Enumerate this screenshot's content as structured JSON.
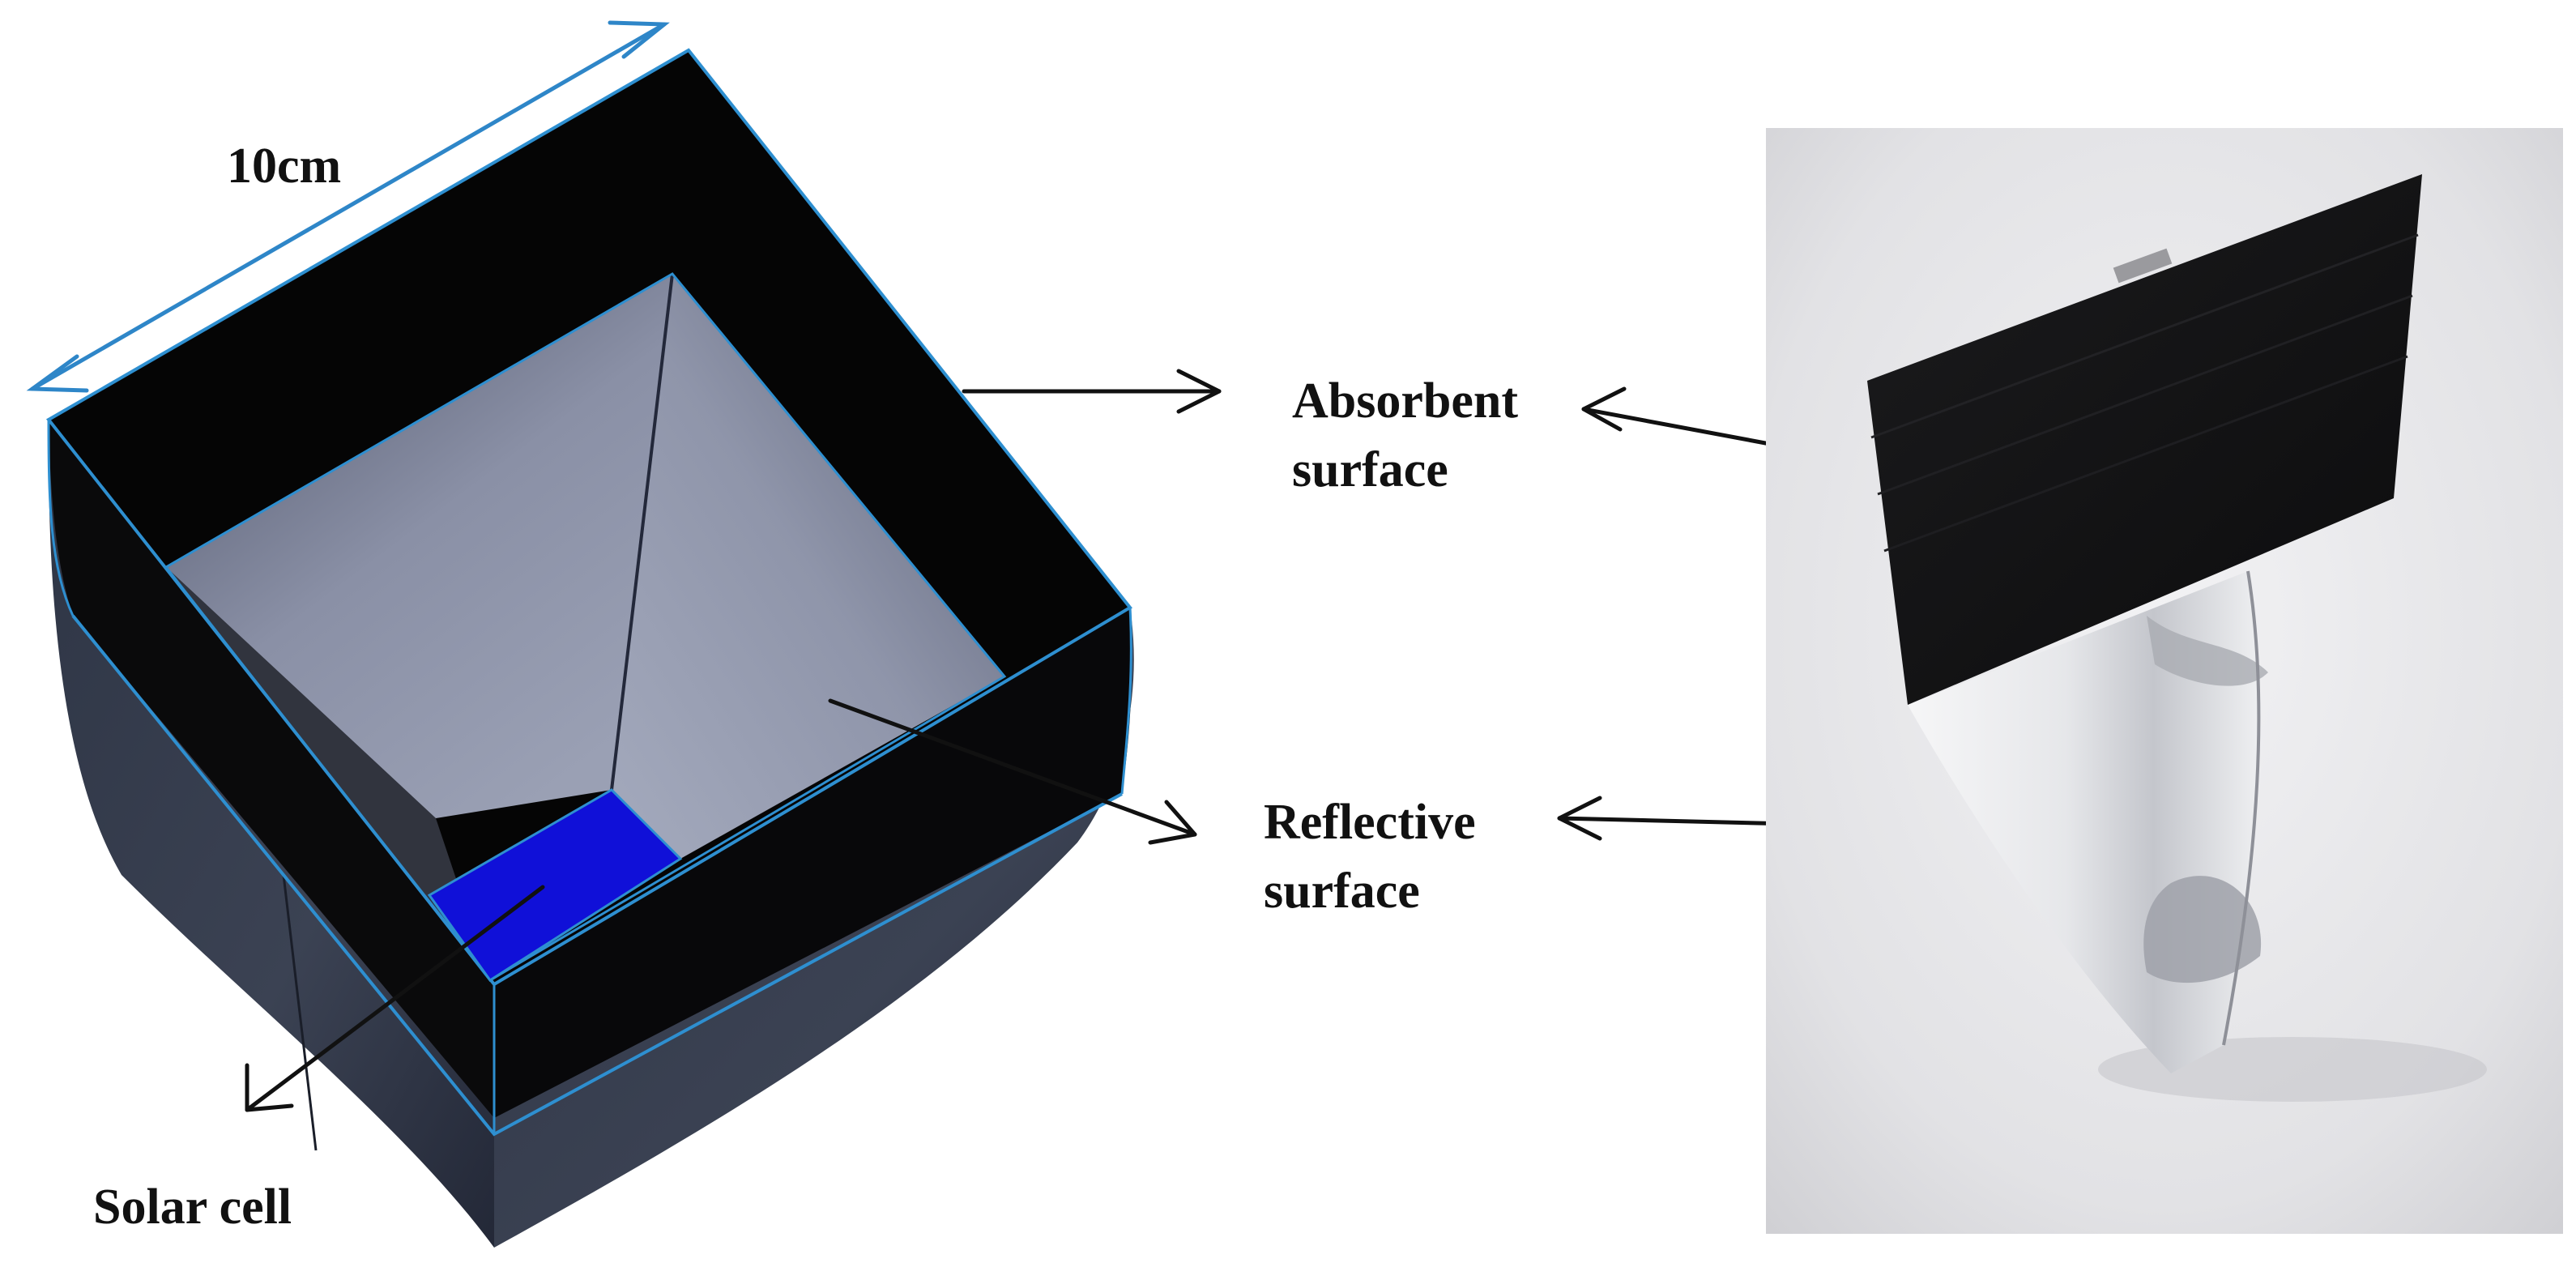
{
  "labels": {
    "dimension": "10cm",
    "absorbent_line1": "Absorbent",
    "absorbent_line2": "surface",
    "reflective_line1": "Reflective",
    "reflective_line2": "surface",
    "solar_cell": "Solar cell"
  },
  "colors": {
    "background": "#ffffff",
    "absorbent_surface": "#050505",
    "reflective_inner": "#6e7486",
    "solar_cell": "#1010d8",
    "edge_highlight": "#2e8fd0",
    "dimension_arrow": "#2e86c8",
    "annotation_arrow": "#111111",
    "photo_background": "#dcdcde"
  },
  "icons": {
    "dimension_arrow": "double-headed-arrow",
    "annotation_arrow": "arrow"
  }
}
